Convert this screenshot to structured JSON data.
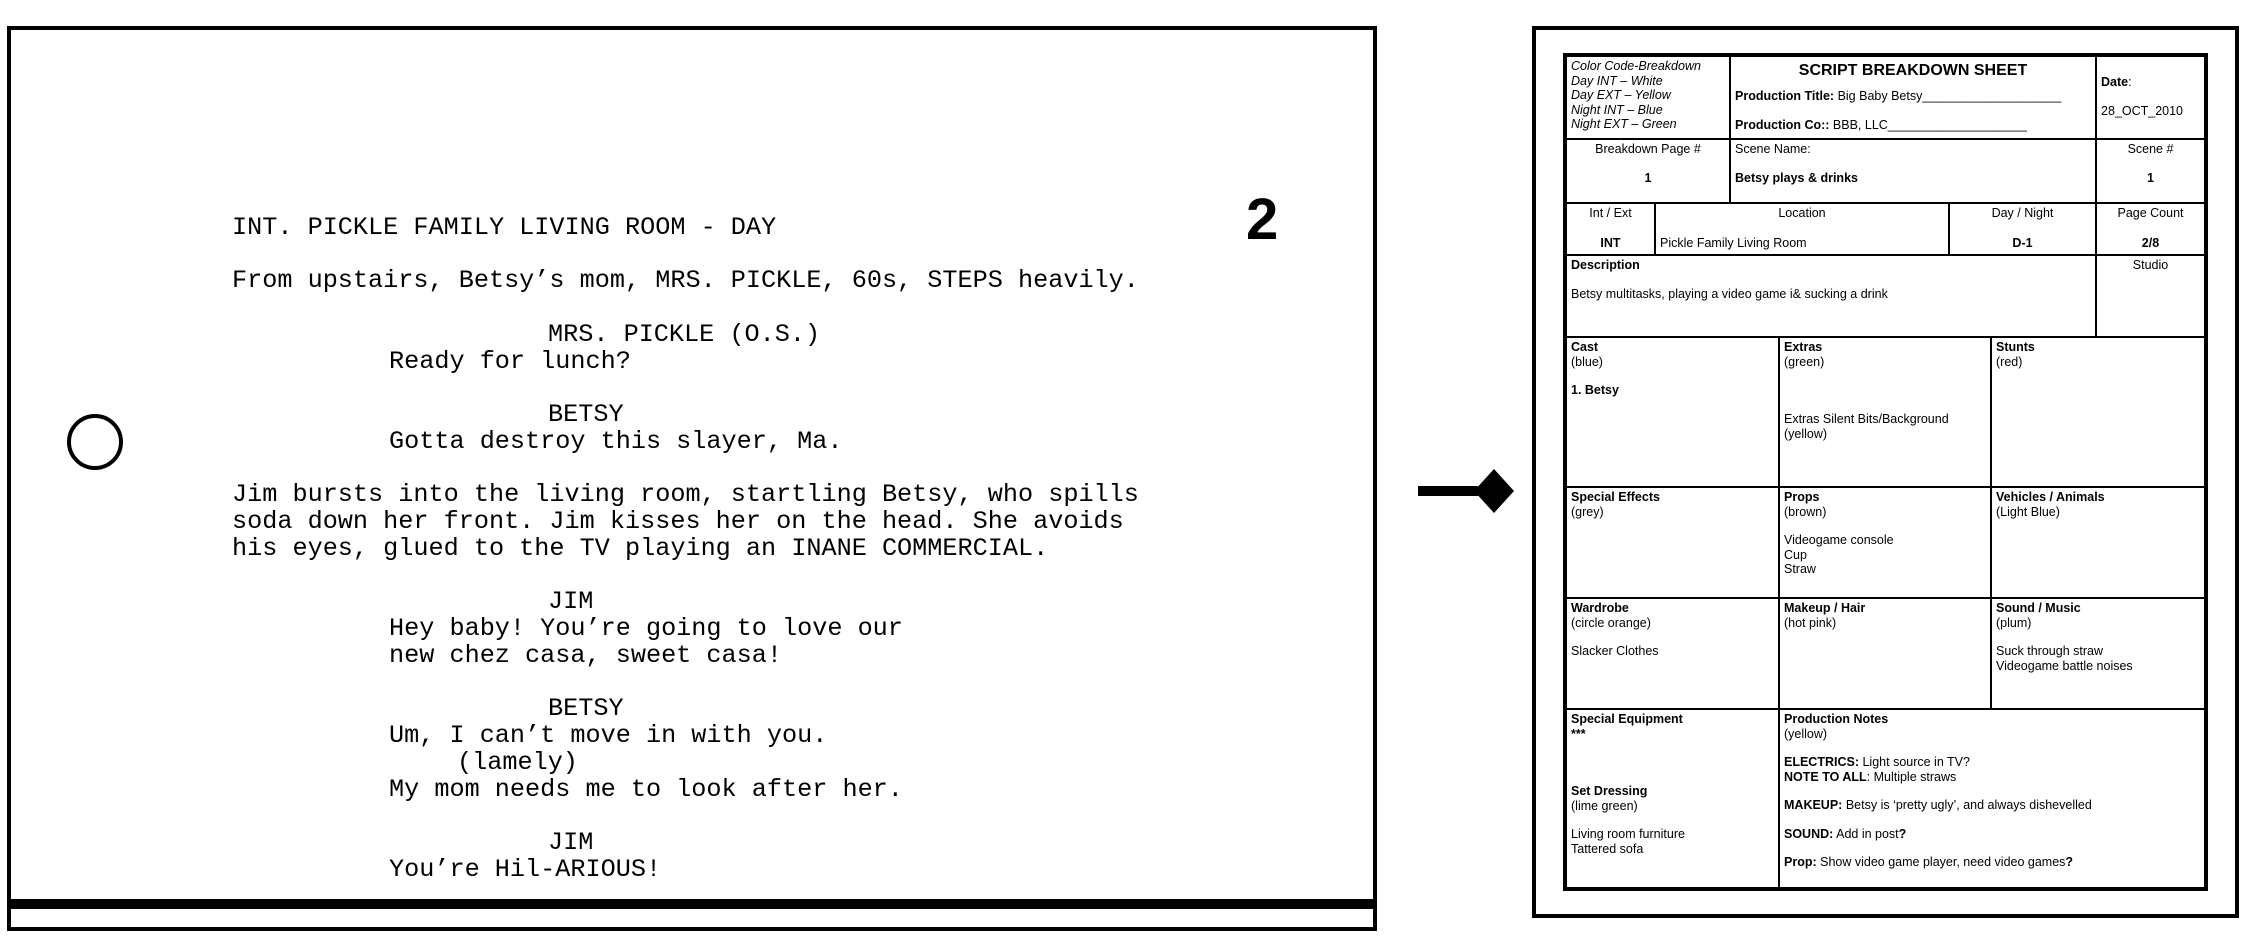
{
  "script": {
    "page_number": "2",
    "scene_heading": "INT. PICKLE FAMILY LIVING ROOM - DAY",
    "action_1": "From upstairs, Betsy’s mom, MRS. PICKLE, 60s, STEPS heavily.",
    "char_1": "MRS. PICKLE (O.S.)",
    "dial_1": "Ready for lunch?",
    "char_2": "BETSY",
    "dial_2": "Gotta destroy this slayer, Ma.",
    "action_2_l1": "Jim bursts into the living room, startling Betsy, who spills",
    "action_2_l2": "soda down her front. Jim kisses her on the head. She avoids",
    "action_2_l3": "his eyes, glued to the TV playing an INANE COMMERCIAL.",
    "char_3": "JIM",
    "dial_3_l1": "Hey baby! You’re going to love our",
    "dial_3_l2": "new chez casa, sweet casa!",
    "char_4": "BETSY",
    "dial_4_l1": "Um, I can’t move in with you.",
    "paren_4": "(lamely)",
    "dial_4_l2": "My mom needs me to look after her.",
    "char_5": "JIM",
    "dial_5": "You’re Hil-ARIOUS!"
  },
  "sheet": {
    "color_code": {
      "title": "Color Code-Breakdown",
      "day_int": "Day INT – White",
      "day_ext": "Day EXT – Yellow",
      "night_int": "Night INT – Blue",
      "night_ext": "Night EXT – Green"
    },
    "title": "SCRIPT BREAKDOWN SHEET",
    "production_title_label": "Production Title:",
    "production_title_value": "Big Baby Betsy____________________",
    "production_co_label": "Production Co::",
    "production_co_value": "BBB, LLC____________________",
    "date_label": "Date",
    "date_colon": ":",
    "date_value": "28_OCT_2010",
    "breakdown_page_label": "Breakdown Page #",
    "breakdown_page_value": "1",
    "scene_name_label": "Scene Name:",
    "scene_name_value": "Betsy plays & drinks",
    "scene_num_label": "Scene #",
    "scene_num_value": "1",
    "int_ext_label": "Int / Ext",
    "int_ext_value": "INT",
    "location_label": "Location",
    "location_value": "Pickle Family Living Room",
    "day_night_label": "Day / Night",
    "day_night_value": "D-1",
    "page_count_label": "Page Count",
    "page_count_value": "2/8",
    "description_label": "Description",
    "description_value": "Betsy multitasks, playing a video game i& sucking a drink",
    "studio_label": "Studio",
    "cast": {
      "label": "Cast",
      "color": "(blue)",
      "item_1": "1. Betsy"
    },
    "extras": {
      "label": "Extras",
      "color": "(green)",
      "silent_label": "Extras Silent Bits/Background",
      "silent_color": "(yellow)"
    },
    "stunts": {
      "label": "Stunts",
      "color": "(red)"
    },
    "special_effects": {
      "label": "Special Effects",
      "color": "(grey)"
    },
    "props": {
      "label": "Props",
      "color": "(brown)",
      "item_1": "Videogame console",
      "item_2": "Cup",
      "item_3": "Straw"
    },
    "vehicles": {
      "label": "Vehicles / Animals",
      "color": "(Light Blue)"
    },
    "wardrobe": {
      "label": "Wardrobe",
      "color": "(circle orange)",
      "item_1": "Slacker Clothes"
    },
    "makeup": {
      "label": "Makeup / Hair",
      "color": "(hot pink)"
    },
    "sound": {
      "label": "Sound / Music",
      "color": "(plum)",
      "item_1": "Suck through straw",
      "item_2": "Videogame battle noises"
    },
    "special_equipment": {
      "label": "Special Equipment",
      "value": "***"
    },
    "set_dressing": {
      "label": "Set Dressing",
      "color": "(lime green)",
      "item_1": "Living room furniture",
      "item_2": "Tattered sofa"
    },
    "production_notes": {
      "label": "Production Notes",
      "color": "(yellow)",
      "electrics_label": "ELECTRICS:",
      "electrics_value": "Light source in TV?",
      "note_label": "NOTE TO ALL",
      "note_value": ": Multiple straws",
      "makeup_label": "MAKEUP:",
      "makeup_value": "Betsy is ‘pretty ugly’, and always dishevelled",
      "sound_label": "SOUND:",
      "sound_value": "Add in post",
      "sound_q": "?",
      "prop_label": "Prop:",
      "prop_value": "Show video game player, need video games",
      "prop_q": "?"
    }
  }
}
